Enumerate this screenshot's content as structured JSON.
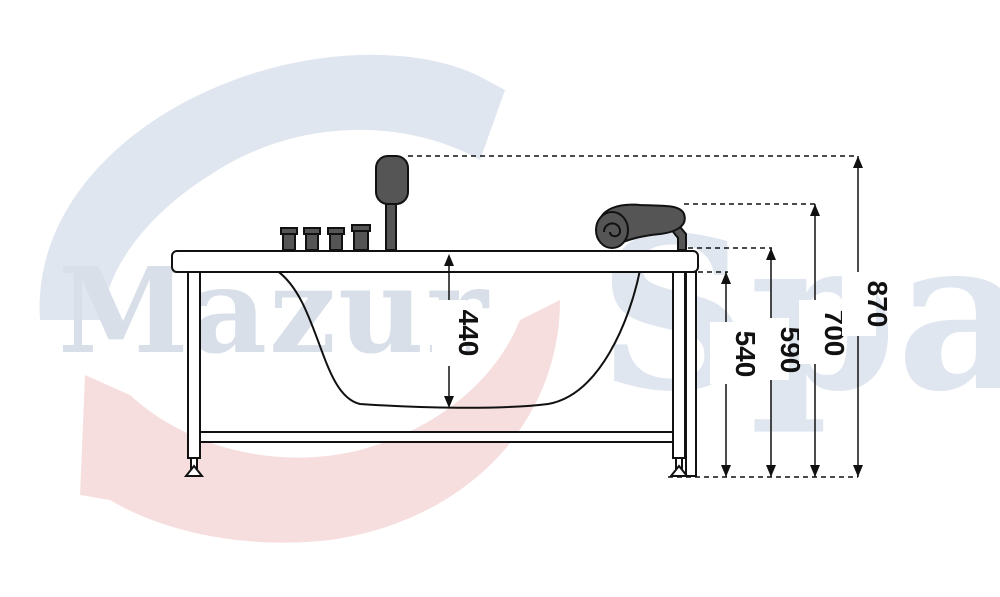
{
  "watermark": {
    "brand_word_1": "Mazur",
    "brand_word_2": "Spa",
    "arc_color_blue": "#dfe6ef",
    "arc_color_red": "#f7dede",
    "text_color": "#d8dfe9"
  },
  "diagram": {
    "line_color": "#111111",
    "component_fill": "#555555",
    "tub_fill": "#ffffff"
  },
  "dimensions": {
    "inner_depth": "440",
    "height_1": "540",
    "height_2": "590",
    "height_3": "700",
    "height_4": "870"
  }
}
